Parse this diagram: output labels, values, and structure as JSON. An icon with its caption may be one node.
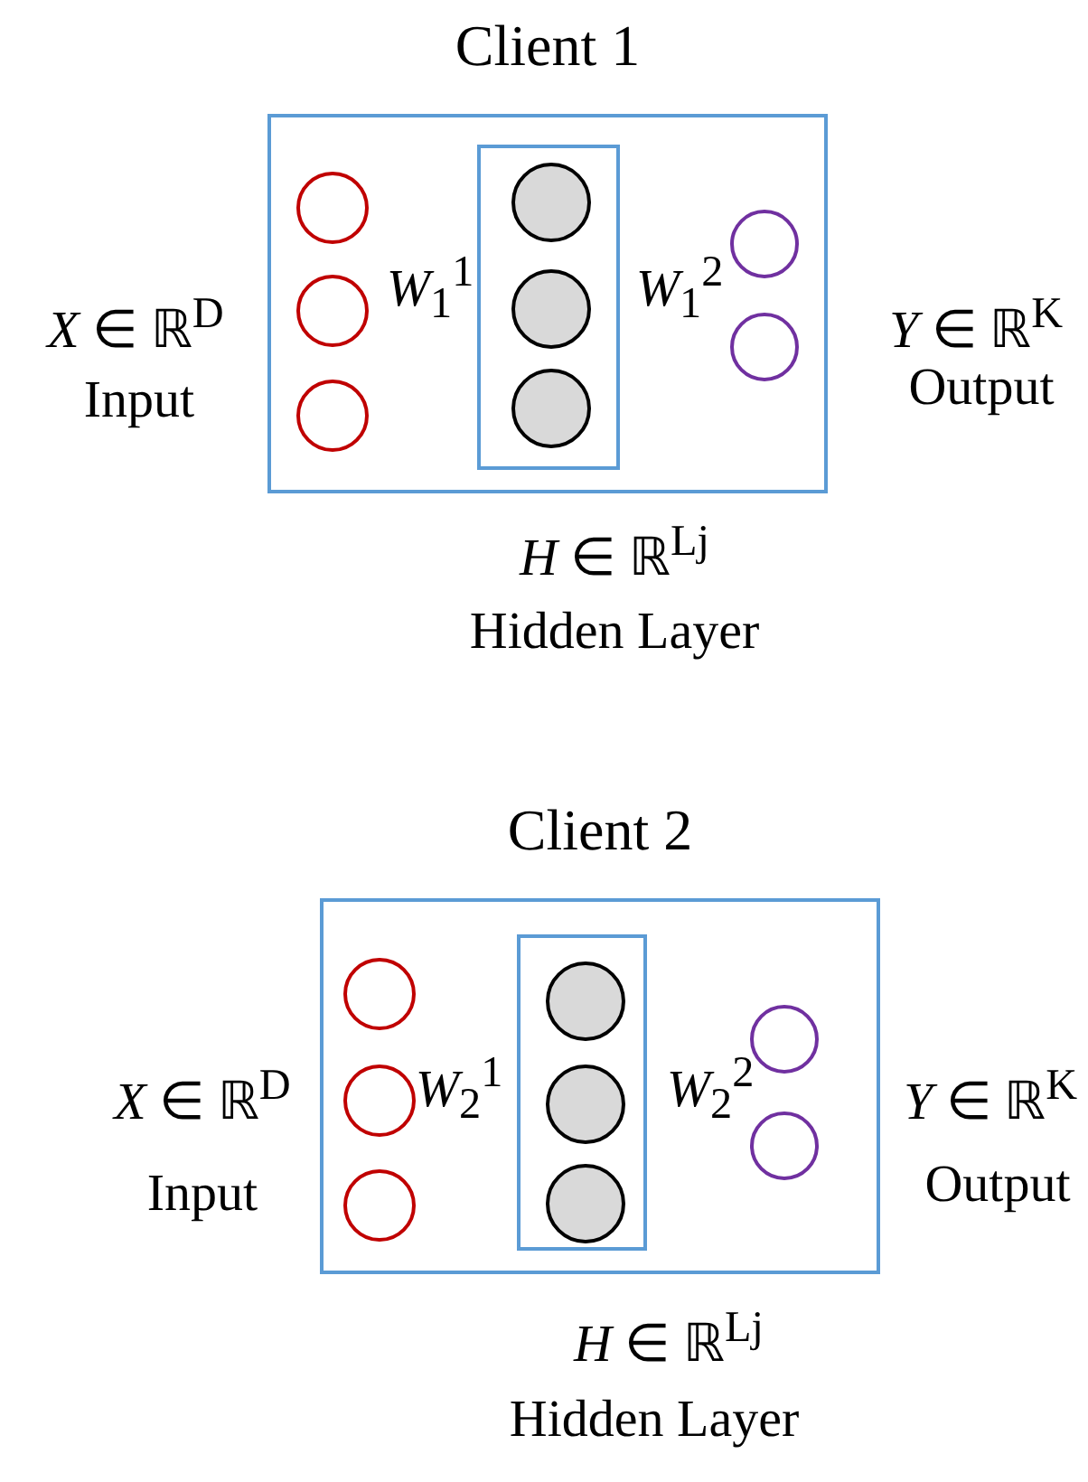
{
  "diagram": {
    "nodes": [
      {
        "text": [
          "Client 1"
        ]
      },
      {
        "text": [],
        "shape": "circle",
        "in": 0
      },
      {
        "text": [],
        "shape": "circle",
        "in": 0
      },
      {
        "text": [],
        "shape": "circle",
        "in": 0
      },
      {
        "text": [],
        "shape": "box",
        "in": 0
      },
      {
        "text": [],
        "shape": "circle",
        "in": 4
      },
      {
        "text": [],
        "shape": "circle",
        "in": 4
      },
      {
        "text": [],
        "shape": "circle",
        "in": 4
      },
      {
        "text": [],
        "shape": "circle",
        "in": 0
      },
      {
        "text": [],
        "shape": "circle",
        "in": 0
      },
      {
        "text": [
          "Client 2"
        ]
      },
      {
        "text": [],
        "shape": "circle",
        "in": 10
      },
      {
        "text": [],
        "shape": "circle",
        "in": 10
      },
      {
        "text": [],
        "shape": "circle",
        "in": 10
      },
      {
        "text": [],
        "shape": "box",
        "in": 10
      },
      {
        "text": [],
        "shape": "circle",
        "in": 14
      },
      {
        "text": [],
        "shape": "circle",
        "in": 14
      },
      {
        "text": [],
        "shape": "circle",
        "in": 14
      },
      {
        "text": [],
        "shape": "circle",
        "in": 10
      },
      {
        "text": [],
        "shape": "circle",
        "in": 10
      }
    ],
    "labels": [
      "*X* ∈ ℝ$^{D}$",
      "Input",
      "*W*$_{1}$$^{1}$",
      "*W*$_{1}$$^{2}$",
      "*Y* ∈ ℝ$^{K}$",
      "Output",
      "*H* ∈ ℝ$^{Lj}$",
      "Hidden Layer",
      "*X* ∈ ℝ$^{D}$",
      "Input",
      "*W*$_{2}$$^{1}$",
      "*W*$_{2}$$^{2}$",
      "*Y* ∈ ℝ$^{K}$",
      "Output",
      "*H* ∈ ℝ$^{Lj}$",
      "Hidden Layer"
    ]
  }
}
